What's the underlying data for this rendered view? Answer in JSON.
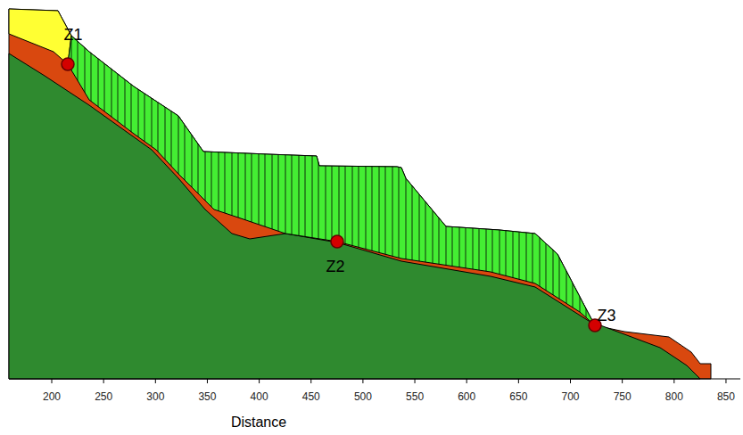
{
  "diagram": {
    "labels": [
      "Z1",
      "Z2",
      "Z3",
      "200",
      "250",
      "300",
      "350",
      "400",
      "450",
      "500",
      "550",
      "600",
      "650",
      "700",
      "750",
      "800",
      "850",
      "Distance"
    ]
  }
}
